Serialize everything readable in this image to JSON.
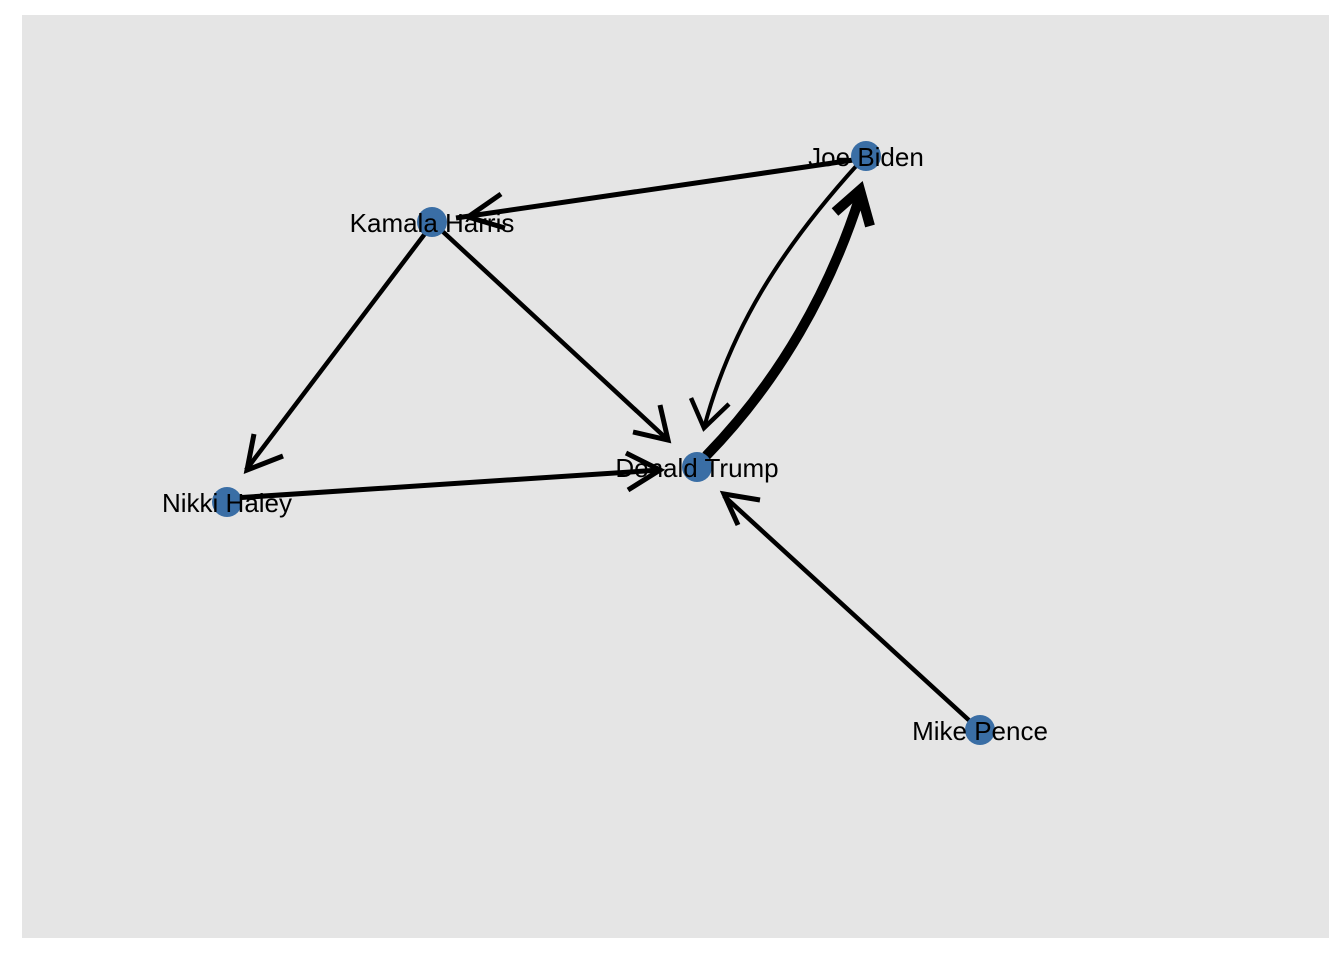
{
  "graph": {
    "node_color": "#3a6ea5",
    "background": "#e5e5e5",
    "nodes": [
      {
        "id": "biden",
        "label": "Joe Biden"
      },
      {
        "id": "harris",
        "label": "Kamala Harris"
      },
      {
        "id": "haley",
        "label": "Nikki Haley"
      },
      {
        "id": "trump",
        "label": "Donald Trump"
      },
      {
        "id": "pence",
        "label": "Mike Pence"
      }
    ],
    "edges": [
      {
        "from": "biden",
        "to": "harris",
        "weight": 1
      },
      {
        "from": "harris",
        "to": "haley",
        "weight": 1
      },
      {
        "from": "harris",
        "to": "trump",
        "weight": 1
      },
      {
        "from": "haley",
        "to": "trump",
        "weight": 1
      },
      {
        "from": "biden",
        "to": "trump",
        "weight": 1
      },
      {
        "from": "trump",
        "to": "biden",
        "weight": 3
      },
      {
        "from": "pence",
        "to": "trump",
        "weight": 1
      }
    ]
  }
}
